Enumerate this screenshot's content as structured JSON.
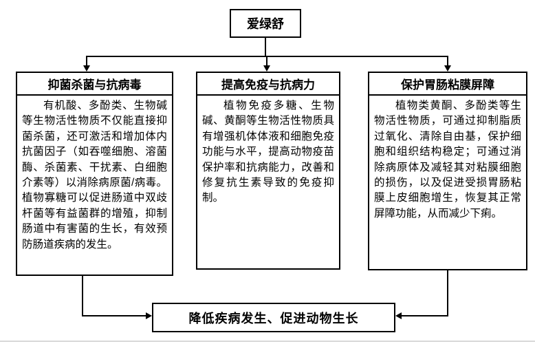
{
  "root_box": {
    "label": "爱绿舒"
  },
  "branches": [
    {
      "title": "抑菌杀菌与抗病毒",
      "body": "有机酸、多酚类、生物碱等生物活性物质不仅能直接抑菌杀菌，还可激活和增加体内抗菌因子（如吞噬细胞、溶菌酶、杀菌素、干扰素、白细胞介素等）以消除病原菌/病毒。植物寡糖可以促进肠道中双歧杆菌等有益菌群的增殖，抑制肠道中有害菌的生长，有效预防肠道疾病的发生。"
    },
    {
      "title": "提高免疫与抗病力",
      "body": "植物免疫多糖、生物碱、黄酮等生物活性物质具有增强机体体液和细胞免疫功能与水平，提高动物疫苗保护率和抗病能力，改善和修复抗生素导致的免疫抑制。"
    },
    {
      "title": "保护胃肠粘膜屏障",
      "body": "植物类黄酮、多酚类等生物活性物质，可通过抑制脂质过氧化、清除自由基，保护细胞和组织结构稳定；可通过消除病原体及减轻其对粘膜细胞的损伤，以及促进受损胃肠粘膜上皮细胞增生，恢复其正常屏障功能，从而减少下痢。"
    }
  ],
  "outcome_box": {
    "label": "降低疾病发生、促进动物生长"
  },
  "colors": {
    "line": "#000000",
    "box_border": "#000000",
    "background": "#ffffff",
    "footer_rule": "#d8d8d8"
  }
}
